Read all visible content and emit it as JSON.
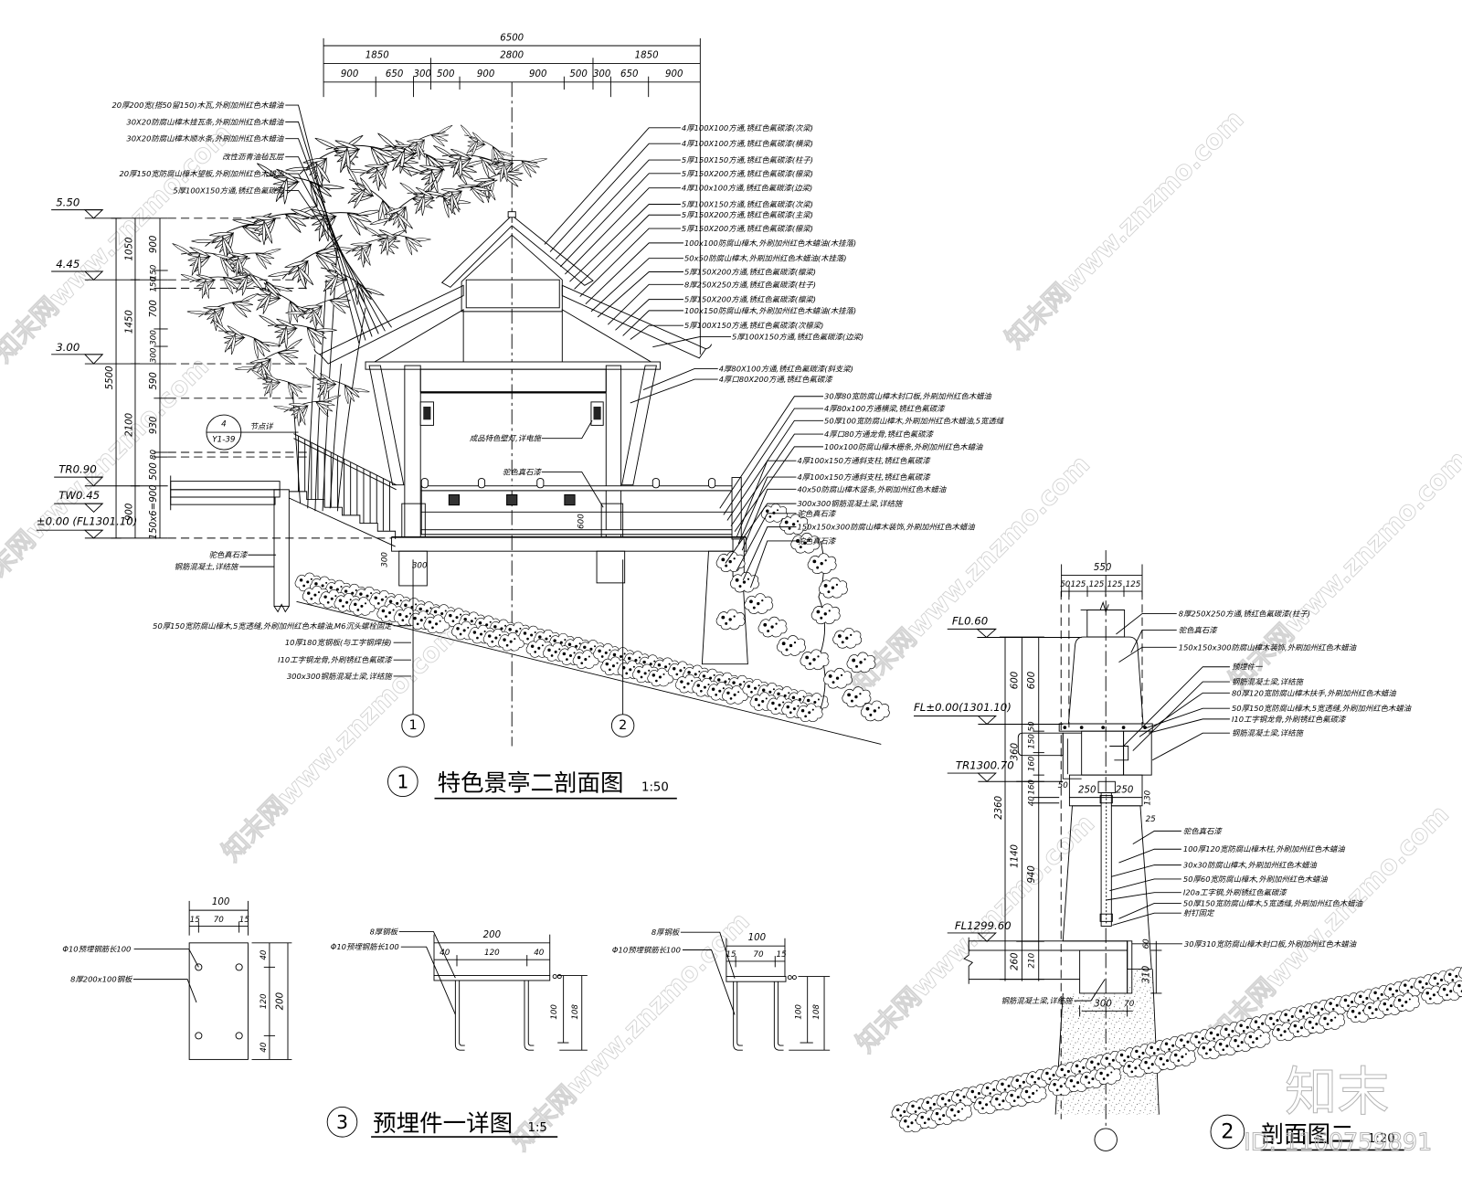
{
  "section1": {
    "title": {
      "number": "1",
      "name": "特色景亭二剖面图",
      "scale": "1:50"
    },
    "axes": [
      "1",
      "2"
    ],
    "top_dims": {
      "overall": "6500",
      "groups": [
        "1850",
        "2800",
        "1850"
      ],
      "segments": [
        "900",
        "650",
        "300",
        "500",
        "900",
        "900",
        "500",
        "300",
        "650",
        "900"
      ]
    },
    "elevations": {
      "e550": "5.50",
      "e445": "4.45",
      "e300": "3.00",
      "tr": "TR0.90",
      "tw": "TW0.45",
      "fl": "±0.00 (FL1301.10)"
    },
    "vertical_dims": {
      "total": "5500",
      "major": [
        "1050",
        "1450",
        "2100",
        "900"
      ],
      "minor": [
        "900",
        "150",
        "150",
        "700",
        "300",
        "300",
        "590",
        "930",
        "80",
        "500",
        "150x6=900"
      ]
    },
    "callout": {
      "detail": "4",
      "sheet": "Y1-39",
      "note": "节点详"
    },
    "left_roof_notes": [
      "20厚200宽(搭50留150)木瓦,外刷加州红色木蜡油",
      "30X20防腐山樟木挂瓦条,外刷加州红色木蜡油",
      "30X20防腐山樟木顺水条,外刷加州红色木蜡油",
      "改性沥青油毡瓦层",
      "20厚150宽防腐山樟木望板,外刷加州红色木蜡油",
      "5厚100X150方通,锈红色氟碳漆"
    ],
    "roof_notes": [
      "4厚100X100方通,锈红色氟碳漆(次梁)",
      "4厚100X100方通,锈红色氟碳漆(横梁)",
      "5厚150X150方通,锈红色氟碳漆(柱子)",
      "5厚150X200方通,锈红色氟碳漆(檩梁)",
      "4厚100x100方通,锈红色氟碳漆(边梁)",
      "5厚100X150方通,锈红色氟碳漆(次梁)",
      "5厚150X200方通,锈红色氟碳漆(主梁)",
      "5厚150X200方通,锈红色氟碳漆(檩梁)",
      "100x100防腐山樟木,外刷加州红色木蜡油(木挂落)",
      "50x50防腐山樟木,外刷加州红色木蜡油(木挂落)",
      "5厚150X200方通,锈红色氟碳漆(檩梁)",
      "8厚250X250方通,锈红色氟碳漆(柱子)",
      "5厚150X200方通,锈红色氟碳漆(檩梁)",
      "100x150防腐山樟木,外刷加州红色木蜡油(木挂落)",
      "5厚100X150方通,锈红色氟碳漆(次檩梁)",
      "5厚100X150方通,锈红色氟碳漆(边梁)"
    ],
    "bracket_notes": [
      "4厚80X100方通,锈红色氟碳漆(斜支梁)",
      "4厚口80X200方通,锈红色氟碳漆"
    ],
    "deck_notes": [
      "30厚80宽防腐山樟木封口板,外刷加州红色木蜡油",
      "4厚80x100方通横梁,锈红色氟碳漆",
      "50厚100宽防腐山樟木,外刷加州红色木蜡油,5宽透缝",
      "4厚口80方通龙骨,锈红色氟碳漆",
      "100x100防腐山樟木栅条,外刷加州红色木蜡油",
      "4厚100x150方通斜支柱,锈红色氟碳漆",
      "4厚100x150方通斜支柱,锈红色氟碳漆",
      "40x50防腐山樟木竖条,外刷加州红色木蜡油",
      "300x300钢筋混凝土梁,详结施",
      "驼色真石漆",
      "150x150x300防腐山樟木装饰,外刷加州红色木蜡油",
      "驼色真石漆"
    ],
    "inner_notes": {
      "lamp": "成品特色壁灯,详电施",
      "stone": "驼色真石漆"
    },
    "wall_notes": [
      "驼色真石漆",
      "钢筋混凝土,详结施"
    ],
    "foundation_notes": [
      "50厚150宽防腐山樟木,5宽透缝,外刷加州红色木蜡油,M6沉头螺栓固定",
      "10厚180宽钢板(与工字钢焊接)",
      "I10工字钢龙骨,外刷锈红色氟碳漆",
      "300x300钢筋混凝土梁,详结施"
    ],
    "misc_dims": {
      "pier_height": "300",
      "pier_width": "300",
      "base_height": "600"
    }
  },
  "section2": {
    "title": {
      "number": "2",
      "name": "剖面图二",
      "scale": "1:20"
    },
    "top_dims": {
      "overall": "550",
      "segments": [
        "50",
        "125",
        "125",
        "125",
        "125"
      ]
    },
    "elevations": {
      "fl060": "FL0.60",
      "fl000": "FL±0.00(1301.10)",
      "tr": "TR1300.70",
      "fl1299": "FL1299.60"
    },
    "vertical_dims": {
      "total": "2360",
      "major": [
        "600",
        "360",
        "1140",
        "260"
      ],
      "minor": [
        "600",
        "50",
        "150",
        "160",
        "160",
        "40",
        "940",
        "210"
      ]
    },
    "detail_dims": {
      "w1": "250",
      "w2": "250",
      "gap": "50",
      "d25": "25",
      "d130": "130",
      "d60": "60",
      "d310": "310",
      "b300": "300",
      "b70": "70"
    },
    "upper_notes": [
      "8厚250X250方通,锈红色氟碳漆(柱子)",
      "驼色真石漆",
      "150x150x300防腐山樟木装饰,外刷加州红色木蜡油"
    ],
    "middle_notes": [
      "预埋件一",
      "钢筋混凝土梁,详结施",
      "80厚120宽防腐山樟木扶手,外刷加州红色木蜡油",
      "50厚150宽防腐山樟木,5宽透缝,外刷加州红色木蜡油",
      "I10工字钢龙骨,外刷锈红色氟碳漆",
      "钢筋混凝土梁,详结施"
    ],
    "lower_notes": [
      "驼色真石漆",
      "100厚120宽防腐山樟木柱,外刷加州红色木蜡油",
      "30x30防腐山樟木,外刷加州红色木蜡油",
      "50厚60宽防腐山樟木,外刷加州红色木蜡油",
      "I20a工字钢,外刷锈红色氟碳漆",
      "50厚150宽防腐山樟木,5宽透缝,外刷加州红色木蜡油",
      "射钉固定",
      "30厚310宽防腐山樟木封口板,外刷加州红色木蜡油"
    ],
    "beam_note": "钢筋混凝土梁,详结施"
  },
  "section3": {
    "title": {
      "number": "3",
      "name": "预埋件一详图",
      "scale": "1:5"
    },
    "plan": {
      "dims_top": {
        "overall": "100",
        "segments": [
          "15",
          "70",
          "15"
        ]
      },
      "dims_side": {
        "overall": "200",
        "segments": [
          "40",
          "120",
          "40"
        ]
      },
      "notes": [
        "Φ10预埋钢筋长100",
        "8厚200x100钢板"
      ]
    },
    "elevation_a": {
      "dims_top": {
        "overall": "200",
        "segments": [
          "40",
          "120",
          "40"
        ]
      },
      "dims_side": [
        "100",
        "108"
      ],
      "notes": [
        "8厚钢板",
        "Φ10预埋钢筋长100"
      ]
    },
    "elevation_b": {
      "dims_top": {
        "overall": "100",
        "segments": [
          "15",
          "70",
          "15"
        ]
      },
      "dims_side": [
        "100",
        "108"
      ],
      "notes": [
        "8厚钢板",
        "Φ10预埋钢筋长100"
      ]
    }
  },
  "watermark": {
    "site": "知末网www.znzmo.com",
    "brand": "知末",
    "id": "ID: 1160759891"
  }
}
